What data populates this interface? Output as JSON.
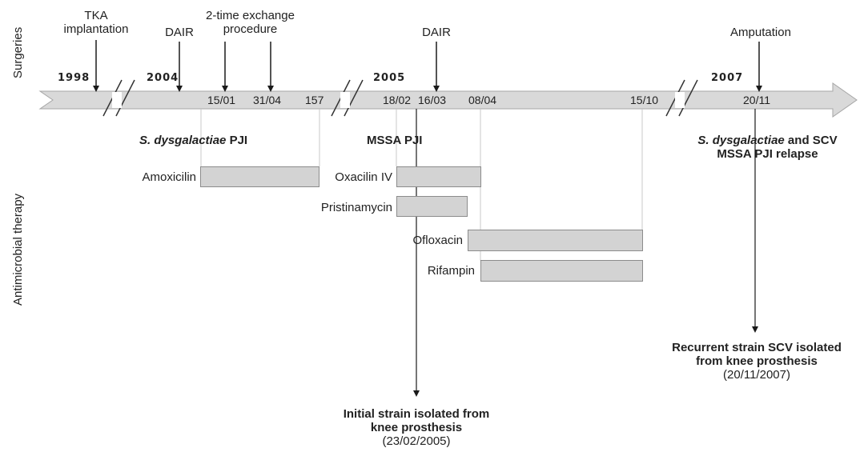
{
  "side_labels": {
    "surgeries": "Surgeries",
    "antimicrobial": "Antimicrobial therapy"
  },
  "years": {
    "y1998": "1998",
    "y2004": "2004",
    "y2005": "2005",
    "y2007": "2007"
  },
  "dates": {
    "d1501": "15/01",
    "d3104": "31/04",
    "d157": "157",
    "d1802": "18/02",
    "d1603": "16/03",
    "d0804": "08/04",
    "d1510": "15/10",
    "d2011": "20/11"
  },
  "surgeries": {
    "tka_line1": "TKA",
    "tka_line2": "implantation",
    "dair1": "DAIR",
    "exchange_line1": "2-time exchange",
    "exchange_line2": "procedure",
    "dair2": "DAIR",
    "amputation": "Amputation"
  },
  "infections": {
    "sdys_italic": "S. dysgalactiae",
    "sdys_suffix": " PJI",
    "mssa": "MSSA PJI",
    "relapse_italic": "S. dysgalactiae",
    "relapse_rest1": " and SCV",
    "relapse_line2": "MSSA PJI relapse"
  },
  "drugs": {
    "amoxicilin": "Amoxicilin",
    "oxacilin": "Oxacilin IV",
    "pristinamycin": "Pristinamycin",
    "ofloxacin": "Ofloxacin",
    "rifampin": "Rifampin"
  },
  "notes": {
    "initial_line1": "Initial strain isolated from",
    "initial_line2": "knee prosthesis",
    "initial_line3": "(23/02/2005)",
    "recurrent_line1": "Recurrent strain SCV isolated",
    "recurrent_line2": "from knee prosthesis",
    "recurrent_line3": "(20/11/2007)"
  },
  "colors": {
    "timeline_fill": "#d9d9d9",
    "timeline_stroke": "#a6a6a6",
    "bar_fill": "#d3d3d3",
    "bar_stroke": "#8c8c8c",
    "arrow": "#1a1a1a"
  }
}
